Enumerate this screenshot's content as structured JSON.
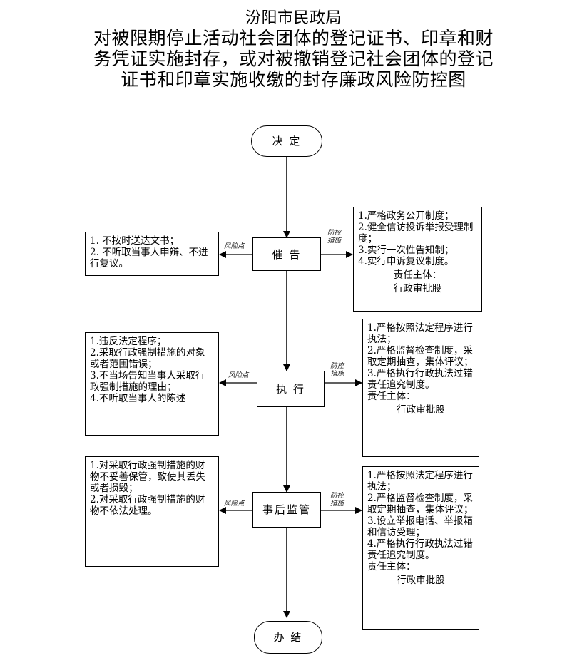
{
  "title": {
    "org": "汾阳市民政局",
    "lines": [
      "对被限期停止活动社会团体的登记证书、印章和财",
      "务凭证实施封存，或对被撤销登记社会团体的登记",
      "证书和印章实施收缴的封存廉政风险防控图"
    ]
  },
  "stages": {
    "decide": "决 定",
    "notice": "催 告",
    "execute": "执 行",
    "supervise": "事后监管",
    "finish": "办 结"
  },
  "tags": {
    "risk": "风险点",
    "control_line1": "防控",
    "control_line2": "措施"
  },
  "risks": {
    "notice": [
      "1.  不按时送达文书；",
      "2.  不听取当事人申辩、不进行复议。"
    ],
    "execute": [
      "1.违反法定程序；",
      "2.采取行政强制措施的对象或者范围错误；",
      "3.不当场告知当事人采取行政强制措施的理由；",
      "4.不听取当事人的陈述"
    ],
    "supervise": [
      "1.对采取行政强制措施的财物不妥善保管，致使其丢失或者损毁；",
      "2.对采取行政强制措施的财物不依法处理。"
    ]
  },
  "controls": {
    "notice": [
      "1.严格政务公开制度；",
      "2.健全信访投诉举报受理制度；",
      "3.实行一次性告知制；",
      "4.实行申诉复议制度。"
    ],
    "execute": [
      "1.严格按照法定程序进行执法；",
      "2.严格监督检查制度，采取定期抽查，集体评议；",
      "3.严格执行行政执法过错责任追究制度。"
    ],
    "supervise": [
      "1.严格按照法定程序进行执法；",
      "2.严格监督检查制度，采取定期抽查，集体评议；",
      "3.设立举报电话、举报箱和信访受理；",
      "4.严格执行行政执法过错责任追究制度。"
    ]
  },
  "responsible": {
    "label_notice": "责任主体：",
    "label_execute": "责任主体：",
    "label_supervise": "责任主体：",
    "unit": "行政审批股"
  }
}
